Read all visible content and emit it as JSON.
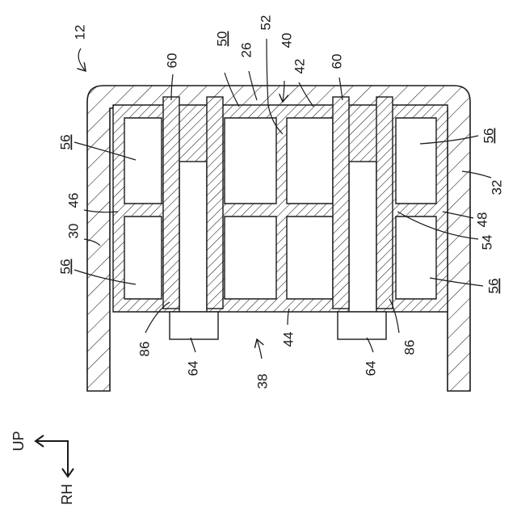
{
  "labels": {
    "l12": "12",
    "l60a": "60",
    "l50": "50",
    "l26": "26",
    "l52": "52",
    "l40": "40",
    "l42": "42",
    "l60b": "60",
    "l56tl": "56",
    "l56tr": "56",
    "l32": "32",
    "l46": "46",
    "l30": "30",
    "l48": "48",
    "l54": "54",
    "l56bl": "56",
    "l56br": "56",
    "l86a": "86",
    "l86b": "86",
    "l64a": "64",
    "l64b": "64",
    "l44": "44",
    "l38": "38"
  },
  "axes": {
    "up": "UP",
    "rh": "RH"
  }
}
